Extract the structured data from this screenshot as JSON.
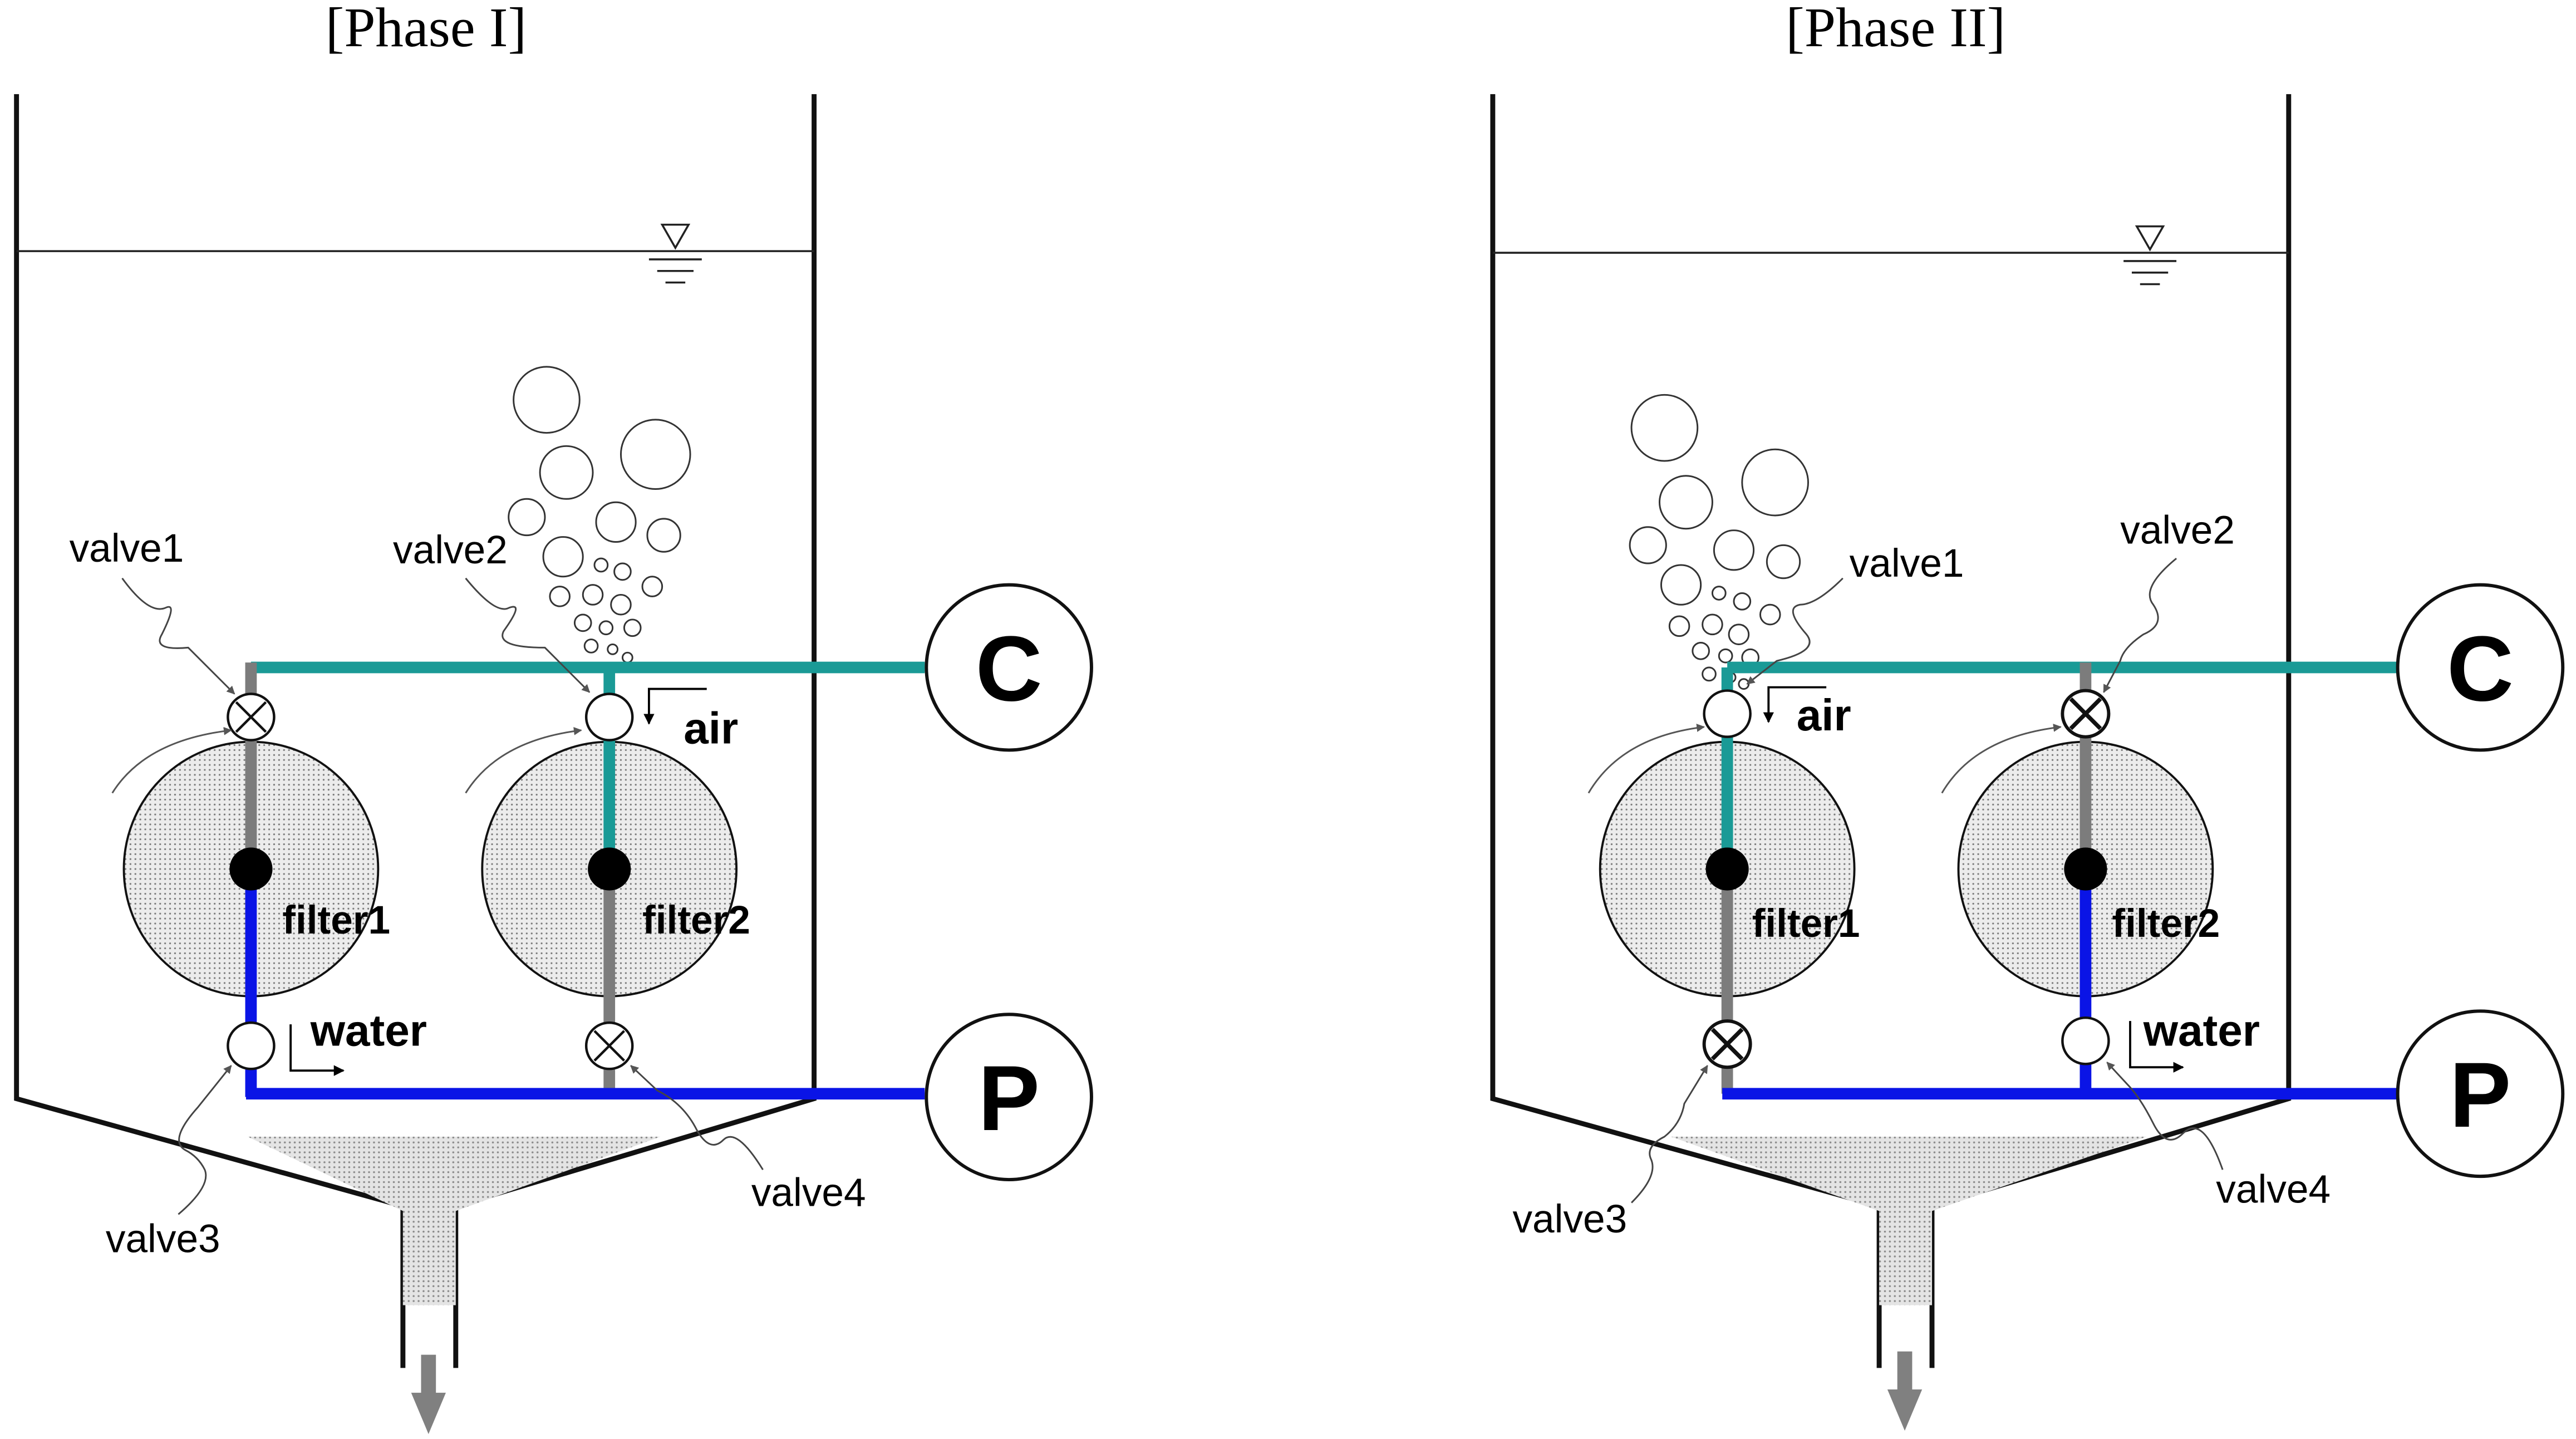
{
  "colors": {
    "air_line": "#1a9a96",
    "water_line": "#0a14e6",
    "idle_line": "#7c7c7c",
    "outline": "#111111",
    "filter_fill": "#e6e6e6",
    "sludge": "#d9d9d9"
  },
  "phase1": {
    "title": "[Phase  I]",
    "valve1": "valve1",
    "valve2": "valve2",
    "valve3": "valve3",
    "valve4": "valve4",
    "filter1": "filter1",
    "filter2": "filter2",
    "air": "air",
    "water": "water",
    "compressor": "C",
    "pump": "P"
  },
  "phase2": {
    "title": "[Phase  II]",
    "valve1": "valve1",
    "valve2": "valve2",
    "valve3": "valve3",
    "valve4": "valve4",
    "filter1": "filter1",
    "filter2": "filter2",
    "air": "air",
    "water": "water",
    "compressor": "C",
    "pump": "P"
  },
  "icons": {
    "water_level": "water-level-icon",
    "closed_valve": "closed-valve-icon",
    "open_valve": "open-valve-icon",
    "rotation": "rotation-arrow-icon",
    "flow": "flow-arrow-icon",
    "discharge": "discharge-arrow-icon",
    "bubbles": "air-bubbles-icon"
  }
}
